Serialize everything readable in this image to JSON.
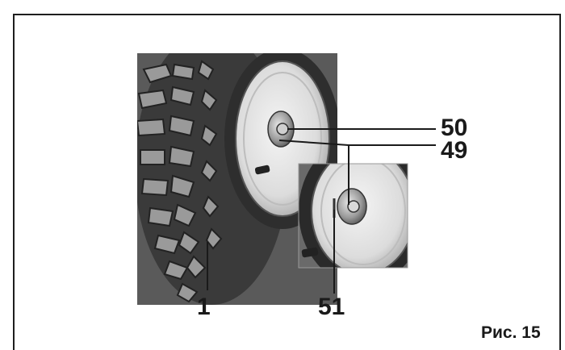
{
  "figure": {
    "caption": "Рис. 15",
    "callouts": {
      "tire": "1",
      "washer": "49",
      "nut": "50",
      "pin": "51"
    }
  }
}
